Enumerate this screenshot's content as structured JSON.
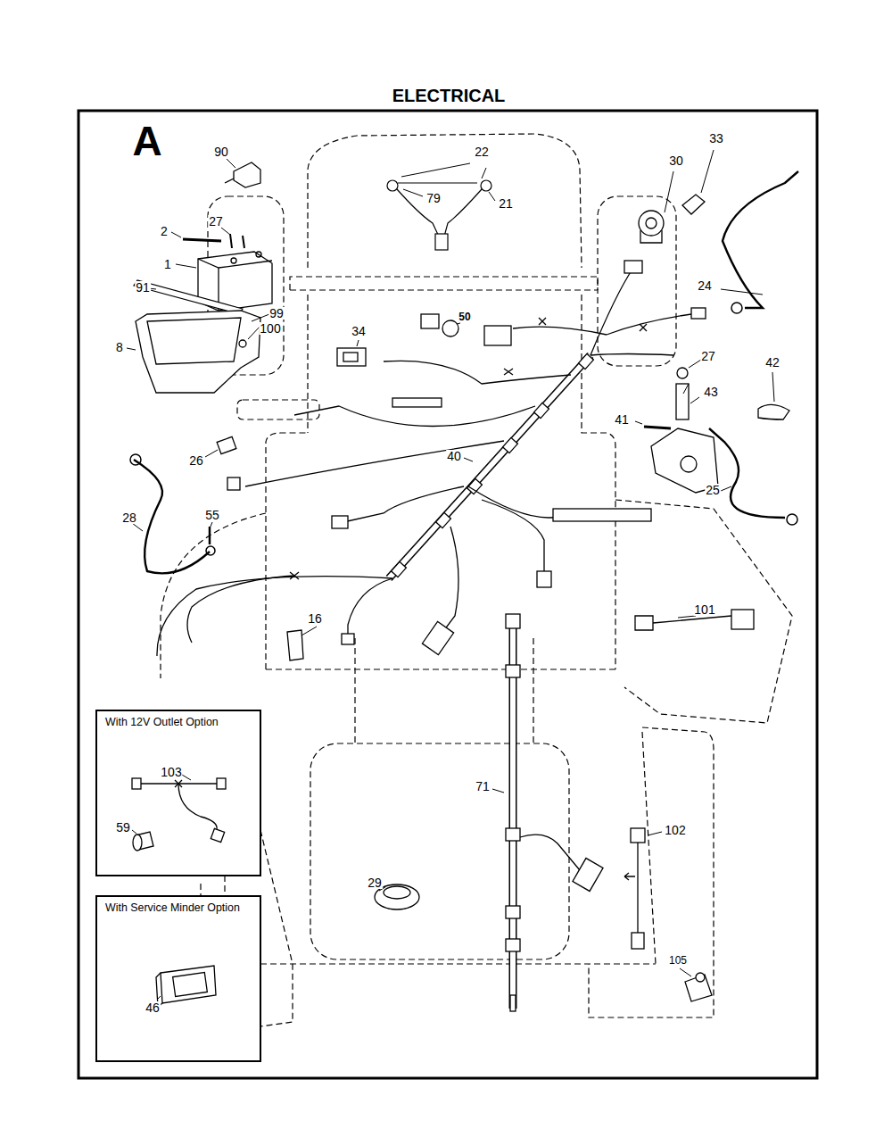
{
  "diagram": {
    "title": "ELECTRICAL",
    "nodes": [
      {
        "text": [
          "With 12V Outlet Option"
        ]
      },
      {
        "text": [
          "With Service Minder Option"
        ]
      }
    ],
    "labels": [
      "A",
      "90",
      "22",
      "33",
      "30",
      "79",
      "21",
      "27",
      "2",
      "1",
      "91",
      "24",
      "99",
      "50",
      "100",
      "34",
      "8",
      "27",
      "42",
      "43",
      "41",
      "40",
      "26",
      "25",
      "55",
      "28",
      "101",
      "16",
      "103",
      "59",
      "71",
      "102",
      "29",
      "105",
      "46"
    ]
  }
}
